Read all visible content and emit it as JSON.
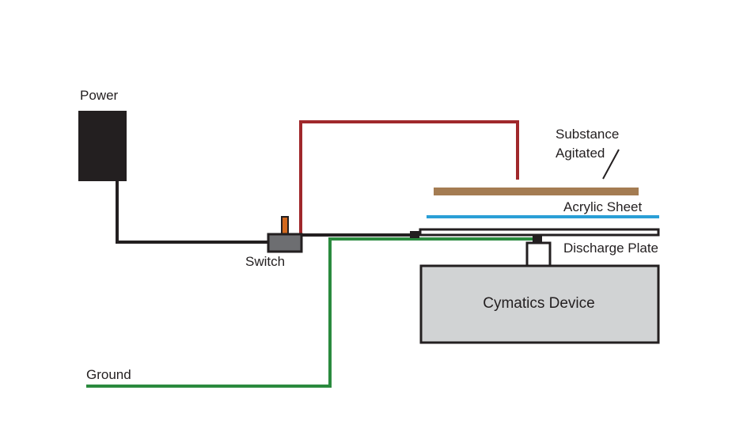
{
  "labels": {
    "power": "Power",
    "switch": "Switch",
    "substance": [
      "Substance",
      "Agitated"
    ],
    "acrylic": "Acrylic Sheet",
    "discharge": "Discharge Plate",
    "device": "Cymatics Device",
    "ground": "Ground"
  },
  "colors": {
    "wire_black": "#231f20",
    "wire_red": "#a0282b",
    "wire_green": "#2a8a3e",
    "switch_toggle": "#d2691e",
    "switch_body": "#6d6e71",
    "power_box": "#231f20",
    "substance": "#a47c52",
    "acrylic": "#2a9fd6",
    "device_fill": "#d1d3d4",
    "plate_fill": "#ffffff"
  }
}
